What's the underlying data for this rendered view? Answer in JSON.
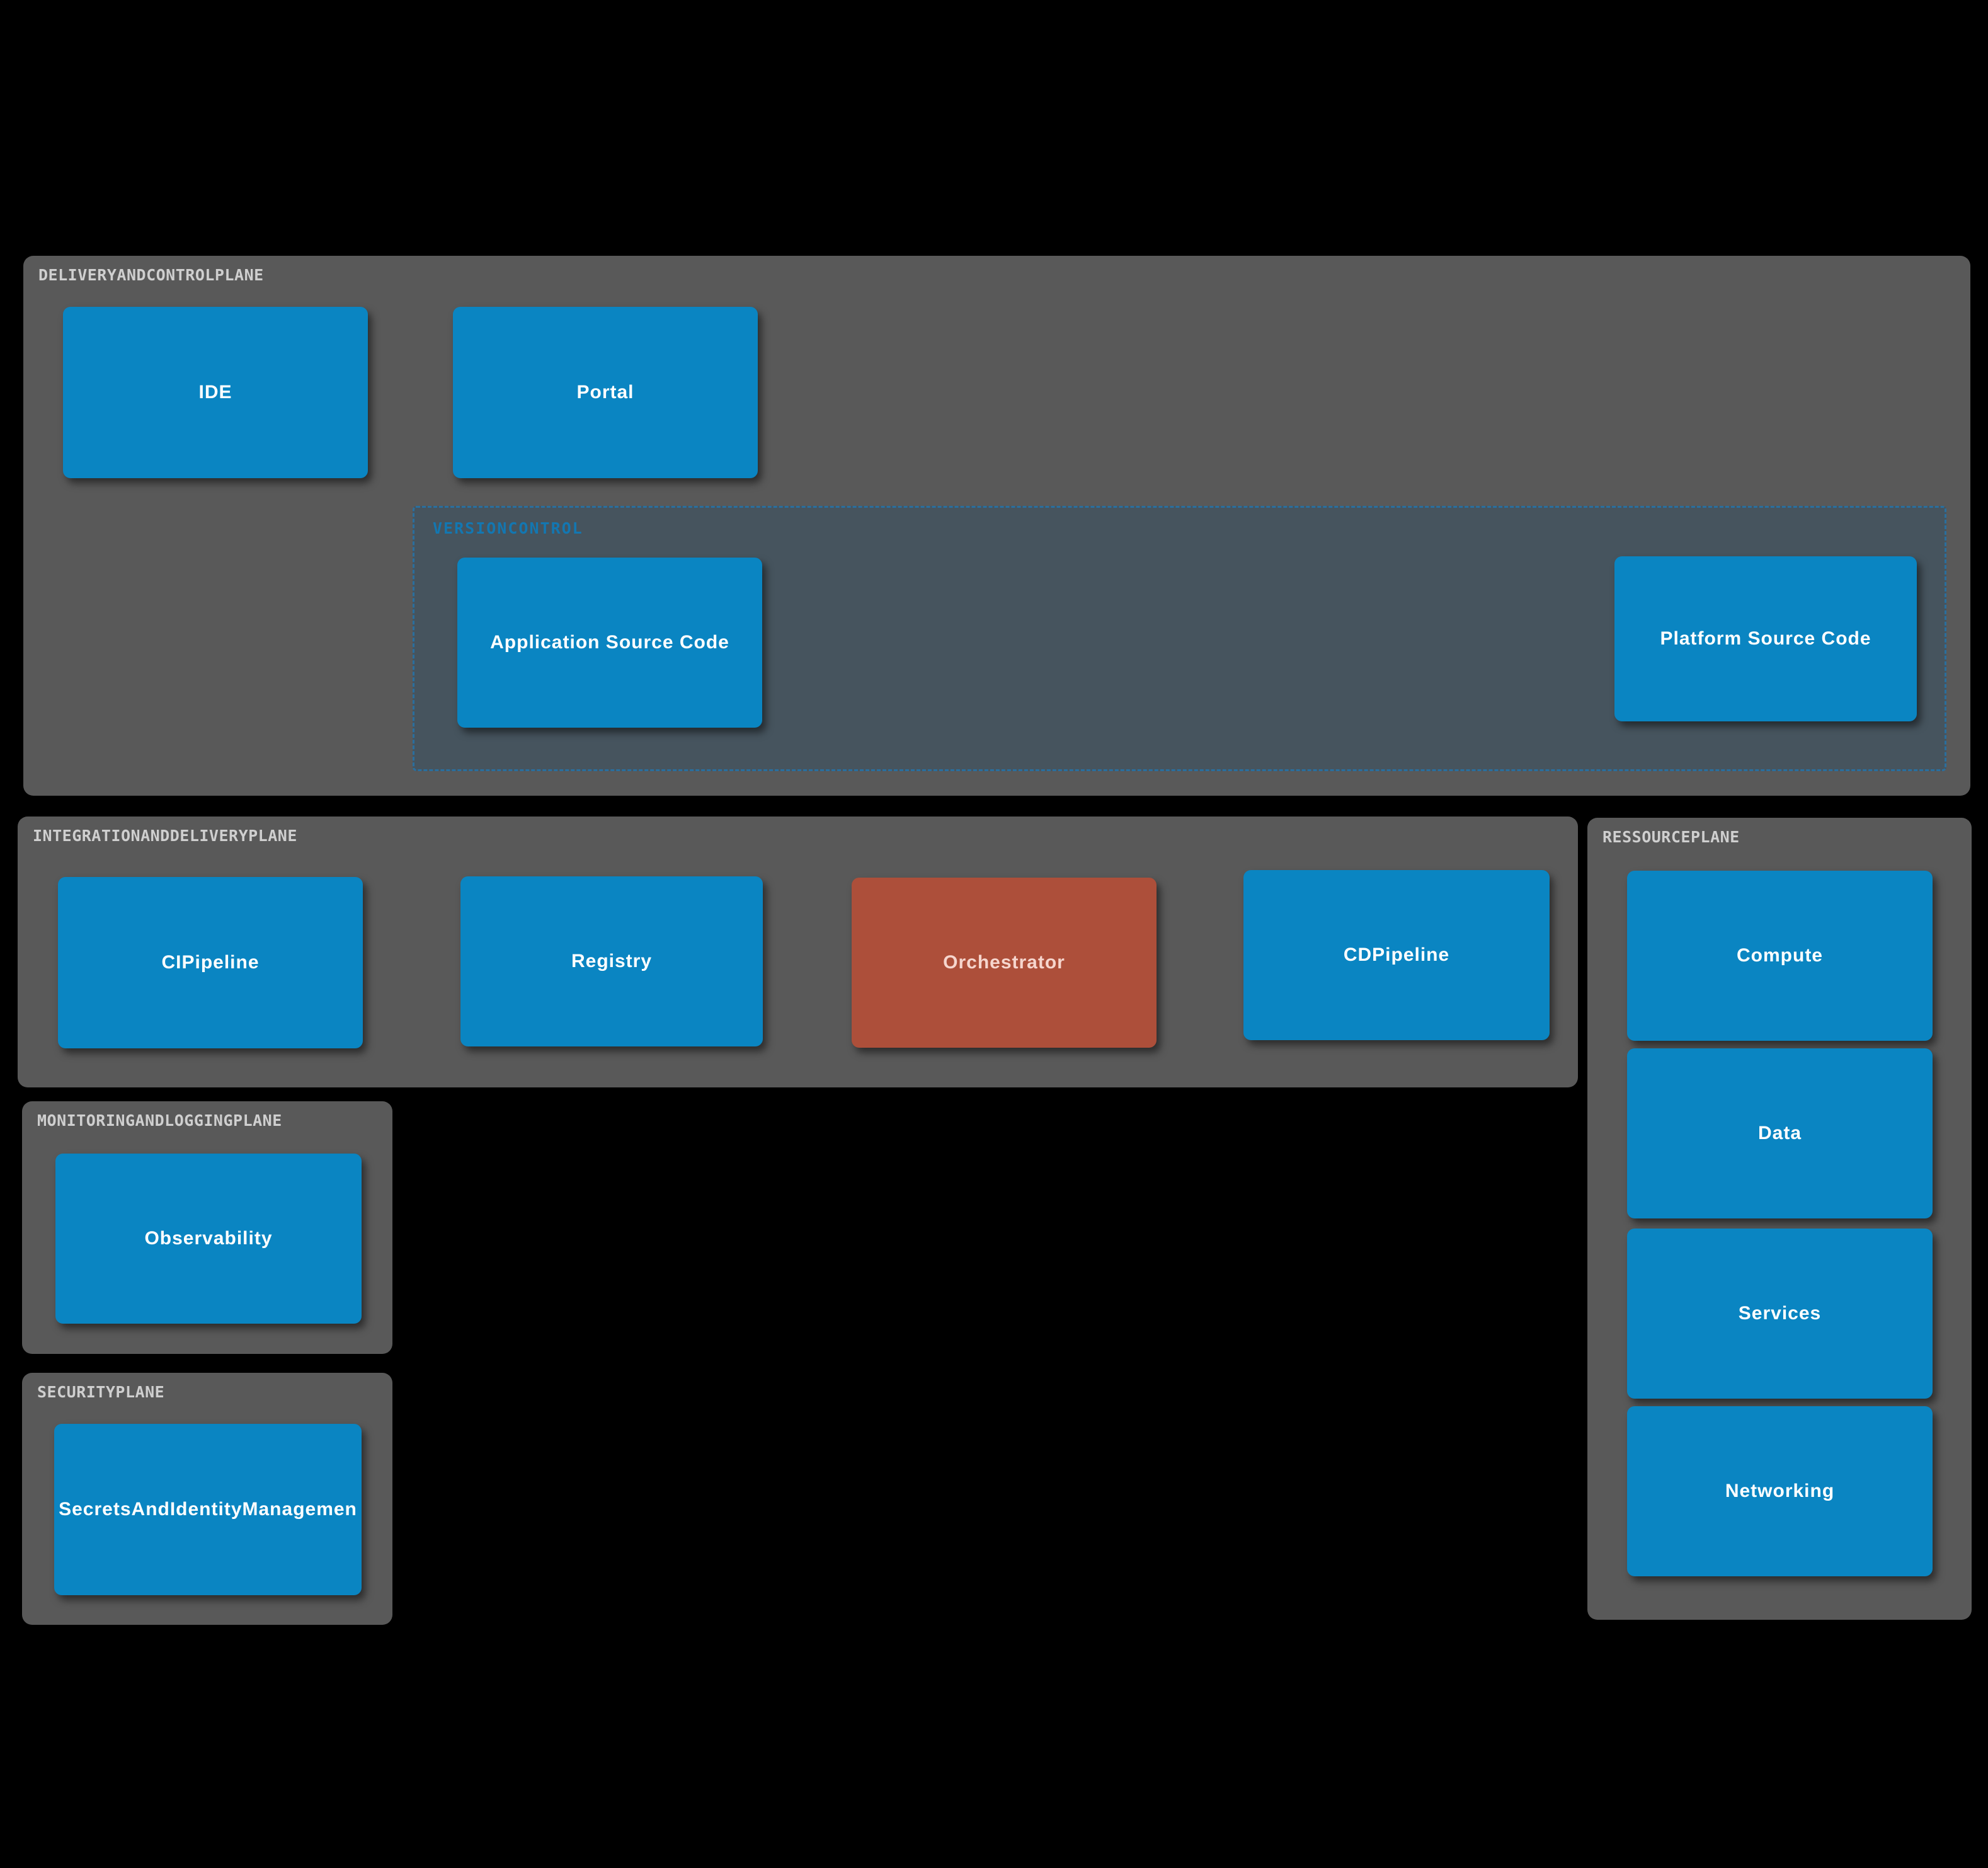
{
  "diagram": {
    "colors": {
      "background": "#000000",
      "plane_fill": "#595959",
      "plane_title": "#cfcfcf",
      "box_fill": "#0a85c2",
      "box_text": "#ffffff",
      "orchestrator_fill": "#ad4f3a",
      "orchestrator_text": "#f6d5cd",
      "versioncontrol_fill": "#46545e",
      "versioncontrol_border": "#2a6f9e",
      "versioncontrol_title": "#1377b1"
    },
    "planes": {
      "delivery": {
        "title": "DELIVERYANDCONTROLPLANE",
        "boxes": {
          "ide": "IDE",
          "portal": "Portal"
        },
        "versioncontrol": {
          "title": "VERSIONCONTROL",
          "boxes": {
            "application_source_code": "Application Source Code",
            "platform_source_code": "Platform Source Code"
          }
        }
      },
      "integration": {
        "title": "INTEGRATIONANDDELIVERYPLANE",
        "boxes": {
          "cipipeline": "CIPipeline",
          "registry": "Registry",
          "orchestrator": "Orchestrator",
          "cdpipeline": "CDPipeline"
        }
      },
      "ressource": {
        "title": "RESSOURCEPLANE",
        "boxes": {
          "compute": "Compute",
          "data": "Data",
          "services": "Services",
          "networking": "Networking"
        }
      },
      "monitoring": {
        "title": "MONITORINGANDLOGGINGPLANE",
        "boxes": {
          "observability": "Observability"
        }
      },
      "security": {
        "title": "SECURITYPLANE",
        "boxes": {
          "secrets_and_identity_management": "SecretsAndIdentityManagemen"
        }
      }
    }
  }
}
